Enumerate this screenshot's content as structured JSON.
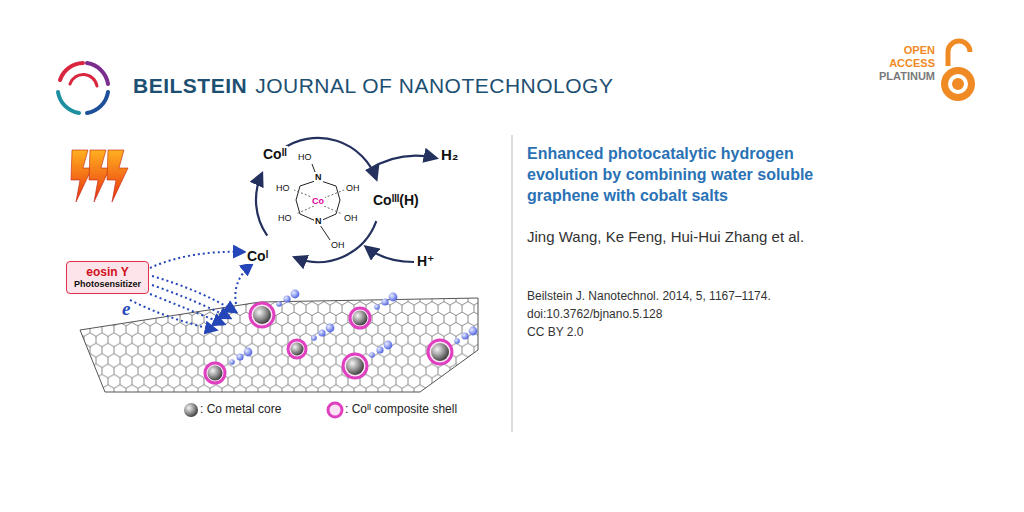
{
  "diagram": {
    "title": "Enhanced photocatalytic hydrogen evolution by combining water soluble graphene with cobalt salts",
    "nodes": [
      {
        "text": [
          "eosin Y",
          "Photosensitizer"
        ]
      }
    ],
    "labels": [
      "BEILSTEIN",
      "JOURNAL OF NANOTECHNOLOGY",
      "OPEN",
      "ACCESS",
      "PLATINUM",
      "Coᴵᴵ",
      "H₂",
      "Coᴵᴵᴵ(H)",
      "H⁺",
      "Coᴵ",
      "e",
      "N",
      "N",
      "Co",
      "HO",
      "HO",
      "OH",
      "HO",
      "OH",
      "OH",
      "Jing Wang, Ke Feng, Hui-Hui Zhang et al.",
      "Beilstein J. Nanotechnol. 2014, 5, 1167–1174.",
      "doi:10.3762/bjnano.5.128",
      "CC BY 2.0"
    ],
    "legend": [
      {
        "text": ": Co metal core"
      },
      {
        "text": ": Coᴵᴵ composite shell"
      }
    ]
  }
}
